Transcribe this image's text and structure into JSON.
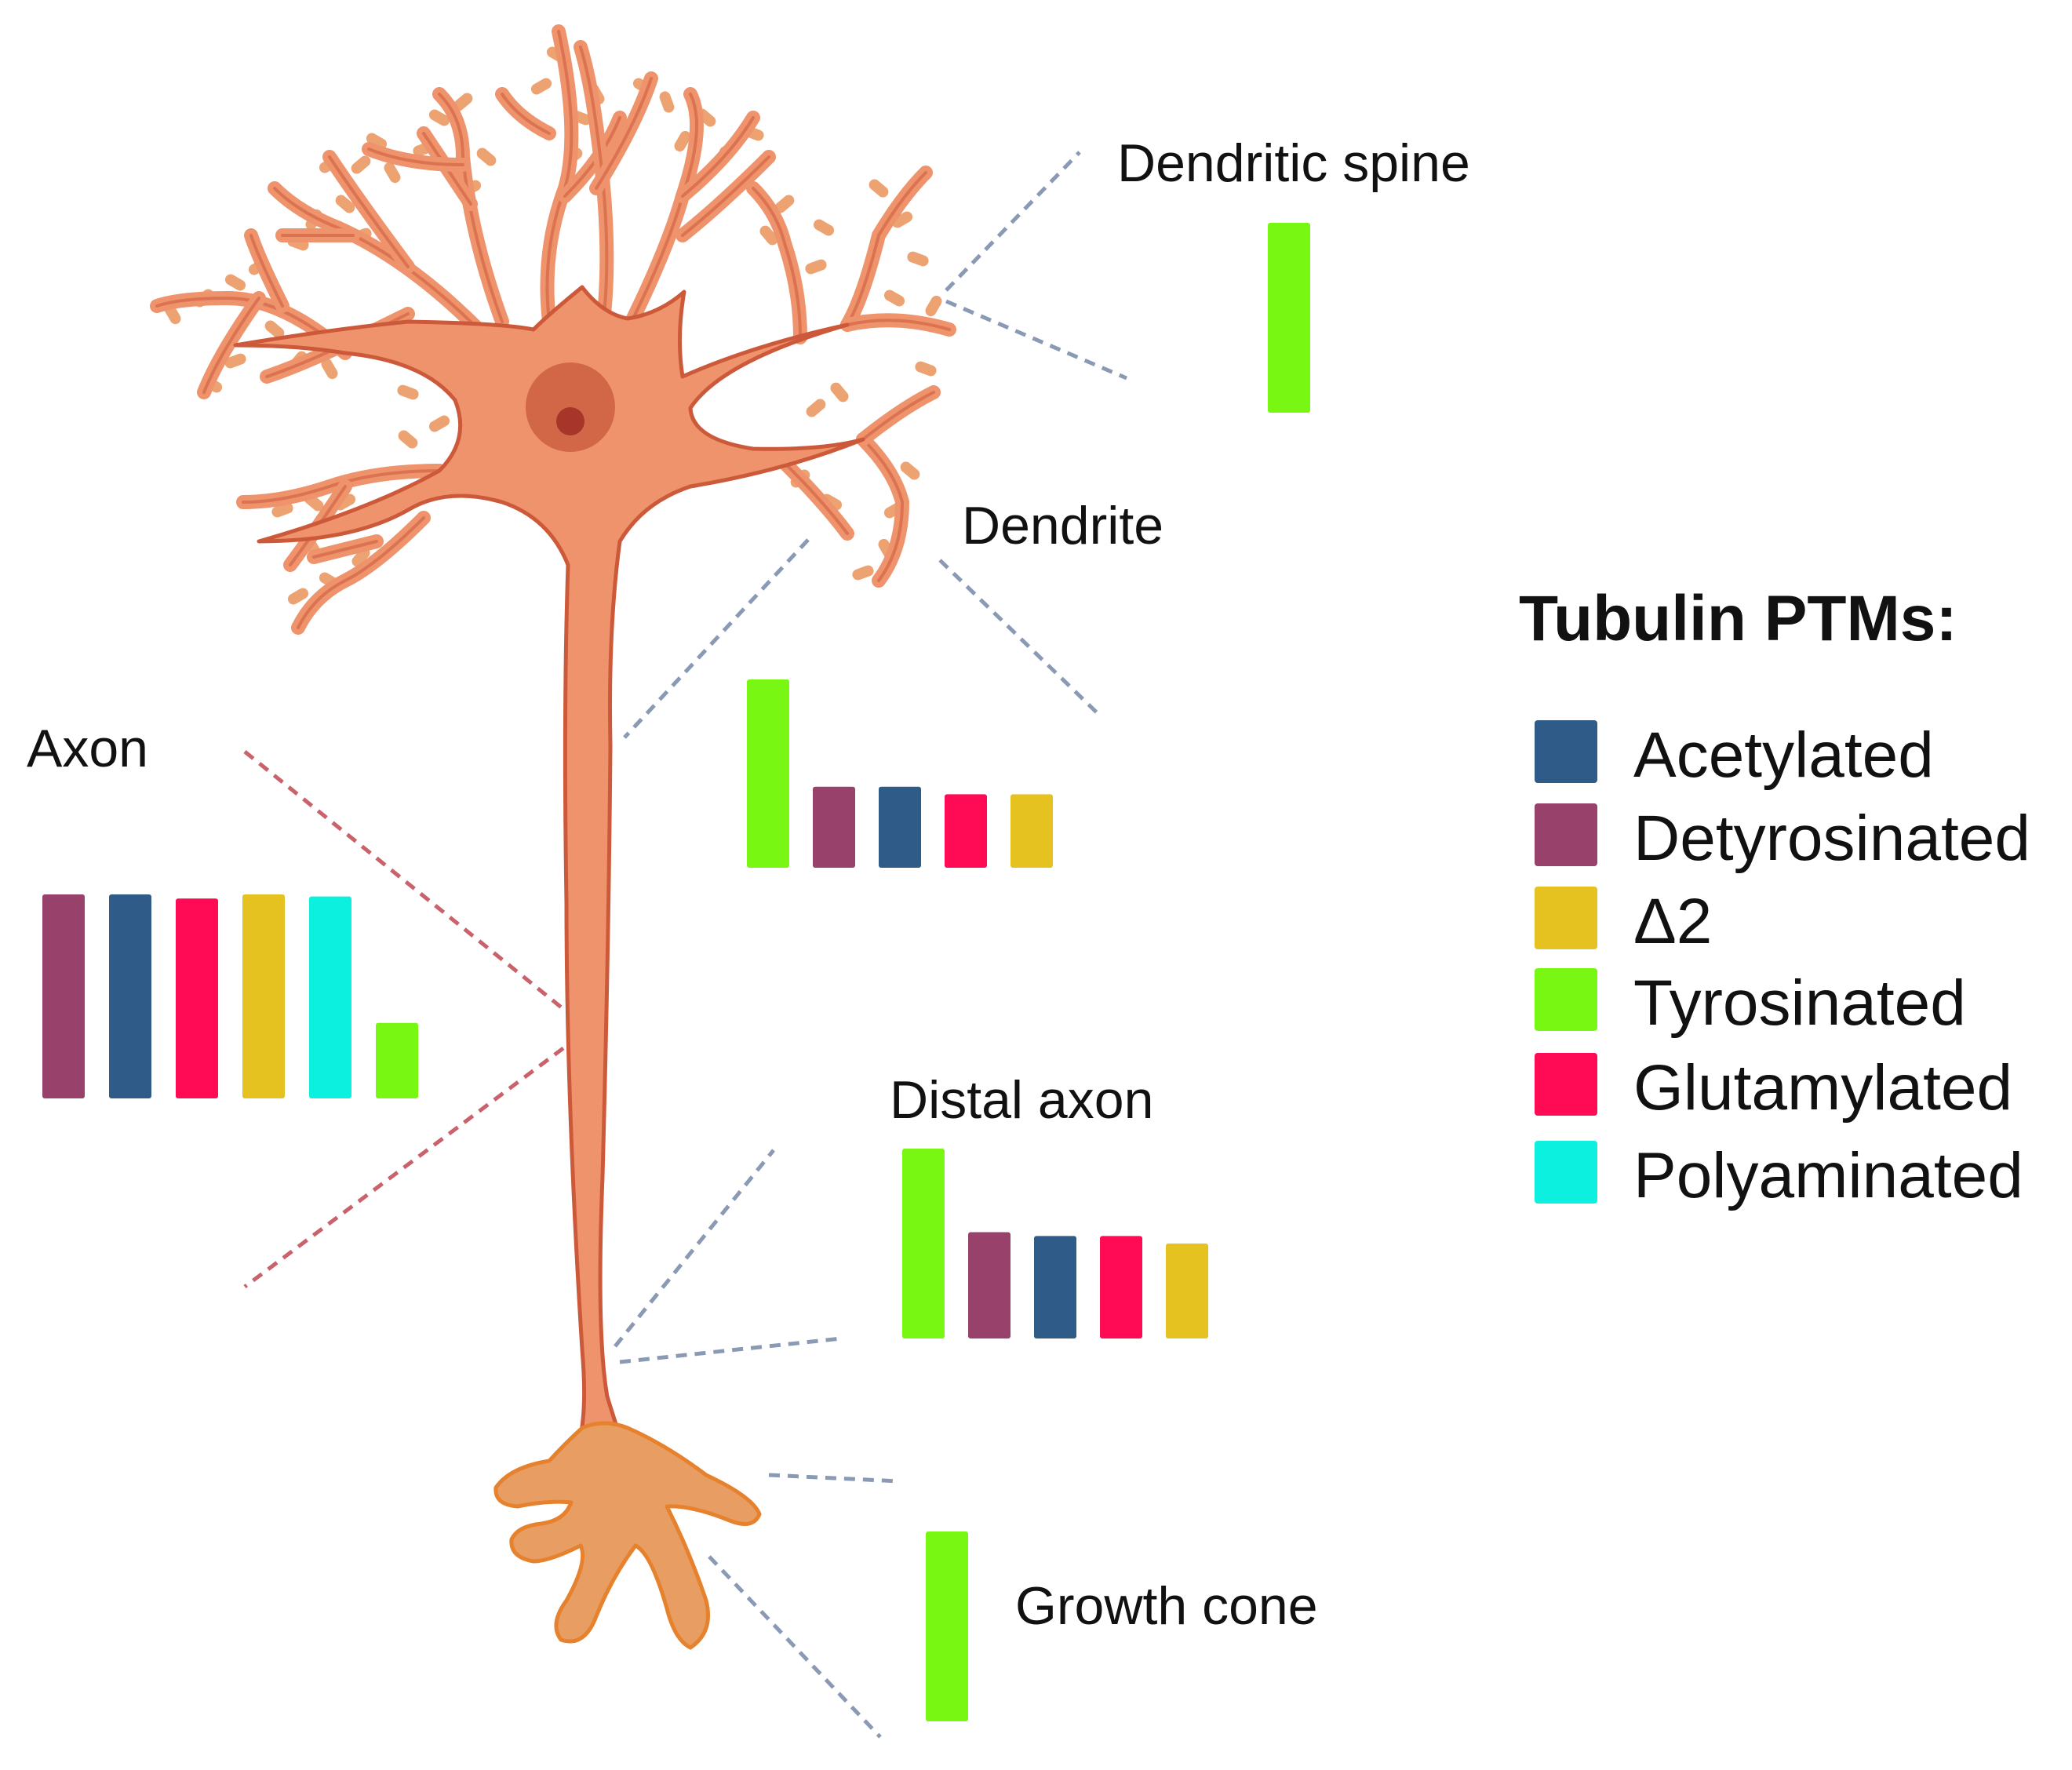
{
  "colors": {
    "neuron_fill": "#ee936c",
    "neuron_outline": "#cc5a3a",
    "spine_fill": "#eda272",
    "nucleus": "#d26748",
    "nucleolus": "#a8352a",
    "growth_cone_fill": "#e89d63",
    "growth_cone_outline": "#e6822d",
    "leader_blue": "#8a9ab4",
    "leader_red": "#c9626b"
  },
  "legend": {
    "title": "Tubulin PTMs:",
    "items": [
      {
        "label": "Acetylated",
        "color": "#2e5b87"
      },
      {
        "label": "Detyrosinated",
        "color": "#98416b"
      },
      {
        "label": "Δ2",
        "color": "#e6c221"
      },
      {
        "label": "Tyrosinated",
        "color": "#78f712"
      },
      {
        "label": "Glutamylated",
        "color": "#ff0a55"
      },
      {
        "label": "Polyaminated",
        "color": "#0cf0e0"
      }
    ]
  },
  "chart_data": [
    {
      "type": "bar",
      "title": "Dendritic spine",
      "series": [
        {
          "values": [
            {
              "ptm": "Tyrosinated",
              "value": 1.0
            }
          ]
        }
      ]
    },
    {
      "type": "bar",
      "title": "Dendrite",
      "series": [
        {
          "values": [
            {
              "ptm": "Tyrosinated",
              "value": 1.0
            },
            {
              "ptm": "Detyrosinated",
              "value": 0.43
            },
            {
              "ptm": "Acetylated",
              "value": 0.43
            },
            {
              "ptm": "Glutamylated",
              "value": 0.39
            },
            {
              "ptm": "Δ2",
              "value": 0.39
            }
          ]
        }
      ]
    },
    {
      "type": "bar",
      "title": "Axon",
      "series": [
        {
          "values": [
            {
              "ptm": "Detyrosinated",
              "value": 1.0
            },
            {
              "ptm": "Acetylated",
              "value": 1.0
            },
            {
              "ptm": "Glutamylated",
              "value": 0.98
            },
            {
              "ptm": "Δ2",
              "value": 1.0
            },
            {
              "ptm": "Polyaminated",
              "value": 0.99
            },
            {
              "ptm": "Tyrosinated",
              "value": 0.37
            }
          ]
        }
      ]
    },
    {
      "type": "bar",
      "title": "Distal axon",
      "series": [
        {
          "values": [
            {
              "ptm": "Tyrosinated",
              "value": 1.0
            },
            {
              "ptm": "Detyrosinated",
              "value": 0.56
            },
            {
              "ptm": "Acetylated",
              "value": 0.54
            },
            {
              "ptm": "Glutamylated",
              "value": 0.54
            },
            {
              "ptm": "Δ2",
              "value": 0.5
            }
          ]
        }
      ]
    },
    {
      "type": "bar",
      "title": "Growth cone",
      "series": [
        {
          "values": [
            {
              "ptm": "Tyrosinated",
              "value": 1.0
            }
          ]
        }
      ]
    }
  ]
}
